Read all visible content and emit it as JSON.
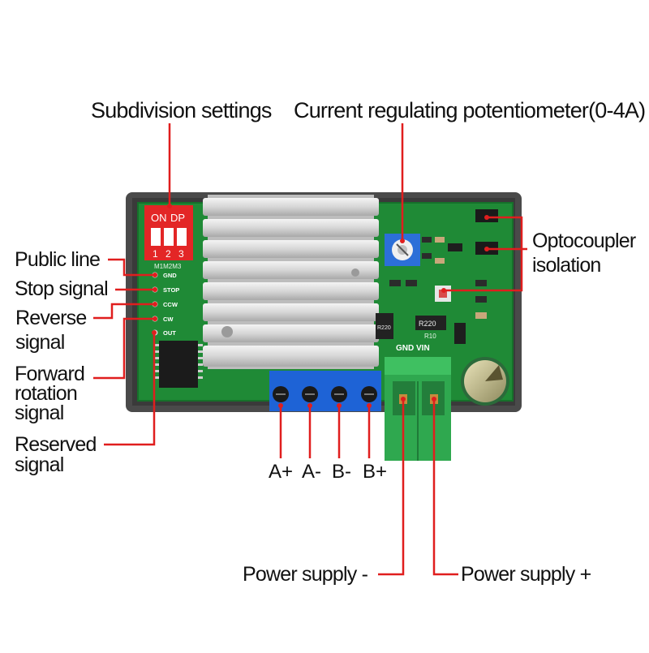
{
  "labels": {
    "subdivision": "Subdivision settings",
    "potentiometer": "Current regulating potentiometer(0-4A)",
    "public_line": "Public line",
    "stop_signal": "Stop signal",
    "reverse_1": "Reverse",
    "reverse_2": "signal",
    "forward_1": "Forward",
    "forward_2": "rotation",
    "forward_3": "signal",
    "reserved_1": "Reserved",
    "reserved_2": "signal",
    "optocoupler_1": "Optocoupler",
    "optocoupler_2": "isolation",
    "power_minus": "Power supply -",
    "power_plus": "Power supply +"
  },
  "terminals": [
    "A+",
    "A-",
    "B-",
    "B+"
  ],
  "board_text": {
    "dip_on": "ON",
    "dip_dp": "DP",
    "dip_1": "1",
    "dip_2": "2",
    "dip_3": "3",
    "dip_m": "M1M2M3",
    "pins": [
      "GND",
      "STOP",
      "CCW",
      "CW",
      "OUT"
    ],
    "gnd_vin": "GND VIN",
    "r220_a": "R220",
    "r220_b": "R220",
    "r10": "R10"
  },
  "colors": {
    "pcb": "#1f8a36",
    "heatsink": "#dcdcdc",
    "leader_line": "#e01e1e",
    "terminal_blue": "#1e63d6",
    "terminal_green": "#2fa84f",
    "dip_red": "#e32626"
  }
}
